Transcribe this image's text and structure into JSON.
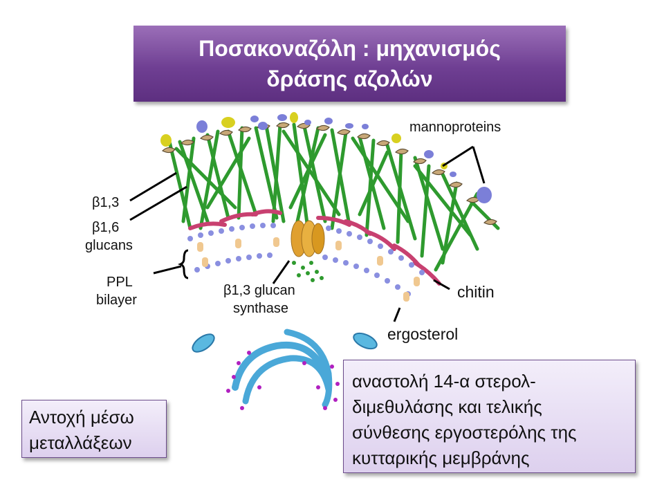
{
  "title": {
    "line1": "Ποσακοναζόλη : μηχανισμός",
    "line2": "δράσης αζολών"
  },
  "labels": {
    "b13": "β1,3",
    "b16": "β1,6",
    "glucans": "glucans",
    "ppl": "PPL",
    "bilayer": "bilayer",
    "synthase1": "β1,3 glucan",
    "synthase2": "synthase",
    "mannoproteins": "mannoproteins",
    "chitin": "chitin",
    "ergosterol": "ergosterol"
  },
  "resistance": {
    "line1": "Αντοχή μέσω",
    "line2": "μεταλλάξεων"
  },
  "mechanism": {
    "line1": "αναστολή 14-α στερολ-",
    "line2": "διμεθυλάσης και τελικής",
    "line3": "σύνθεσης εργοστερόλης της",
    "line4": "κυτταρικής μεμβράνης"
  },
  "colors": {
    "title_bg": "#6f3f93",
    "glucan_green": "#2e9a2e",
    "mannoprotein_blue": "#7b7fd8",
    "mannoprotein_yellow": "#d8d020",
    "chitin_pink": "#d8507a",
    "synthase_orange": "#e0a030",
    "er_blue": "#4aa8d8",
    "ribosome_purple": "#b020c0"
  }
}
